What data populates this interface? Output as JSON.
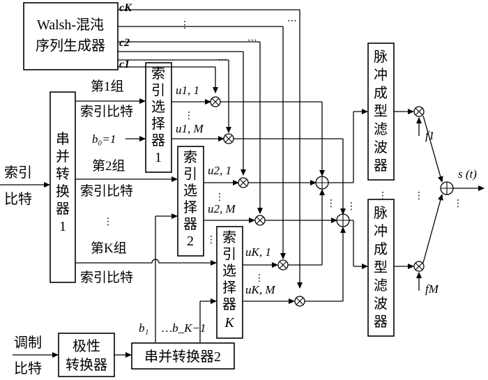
{
  "blocks": {
    "walsh_line1": "Walsh-混沌",
    "walsh_line2": "序列生成器",
    "sp1_chars": [
      "串",
      "并",
      "转",
      "换",
      "器",
      "1"
    ],
    "idx1_chars": [
      "索",
      "引",
      "选",
      "择",
      "器",
      "1"
    ],
    "idx2_chars": [
      "索",
      "引",
      "选",
      "择",
      "器",
      "2"
    ],
    "idxK_chars": [
      "索",
      "引",
      "选",
      "择",
      "器",
      "K"
    ],
    "pulse1_chars": [
      "脉",
      "冲",
      "成",
      "型",
      "滤",
      "波",
      "器"
    ],
    "pulse2_chars": [
      "脉",
      "冲",
      "成",
      "型",
      "滤",
      "波",
      "器"
    ],
    "polar_line1": "极性",
    "polar_line2": "转换器",
    "sp2": "串并转换器2"
  },
  "labels": {
    "input_index_1": "索引",
    "input_index_2": "比特",
    "group1": "第1组",
    "group1_bits": "索引比特",
    "b0": "b₀=1",
    "group2": "第2组",
    "group2_bits": "索引比特",
    "groupK": "第K组",
    "groupK_bits": "索引比特",
    "mod_1": "调制",
    "mod_2": "比特",
    "b1": "b₁",
    "bK1": "…b_K−1",
    "output": "s (t)"
  },
  "signals": {
    "cK": "cK",
    "c2": "c2",
    "c1": "c1",
    "u11": "u1, 1",
    "u1M": "u1, M",
    "u21": "u2, 1",
    "u2M": "u2, M",
    "uK1": "uK, 1",
    "uKM": "uK, M",
    "f1": "f1",
    "fM": "fM"
  }
}
